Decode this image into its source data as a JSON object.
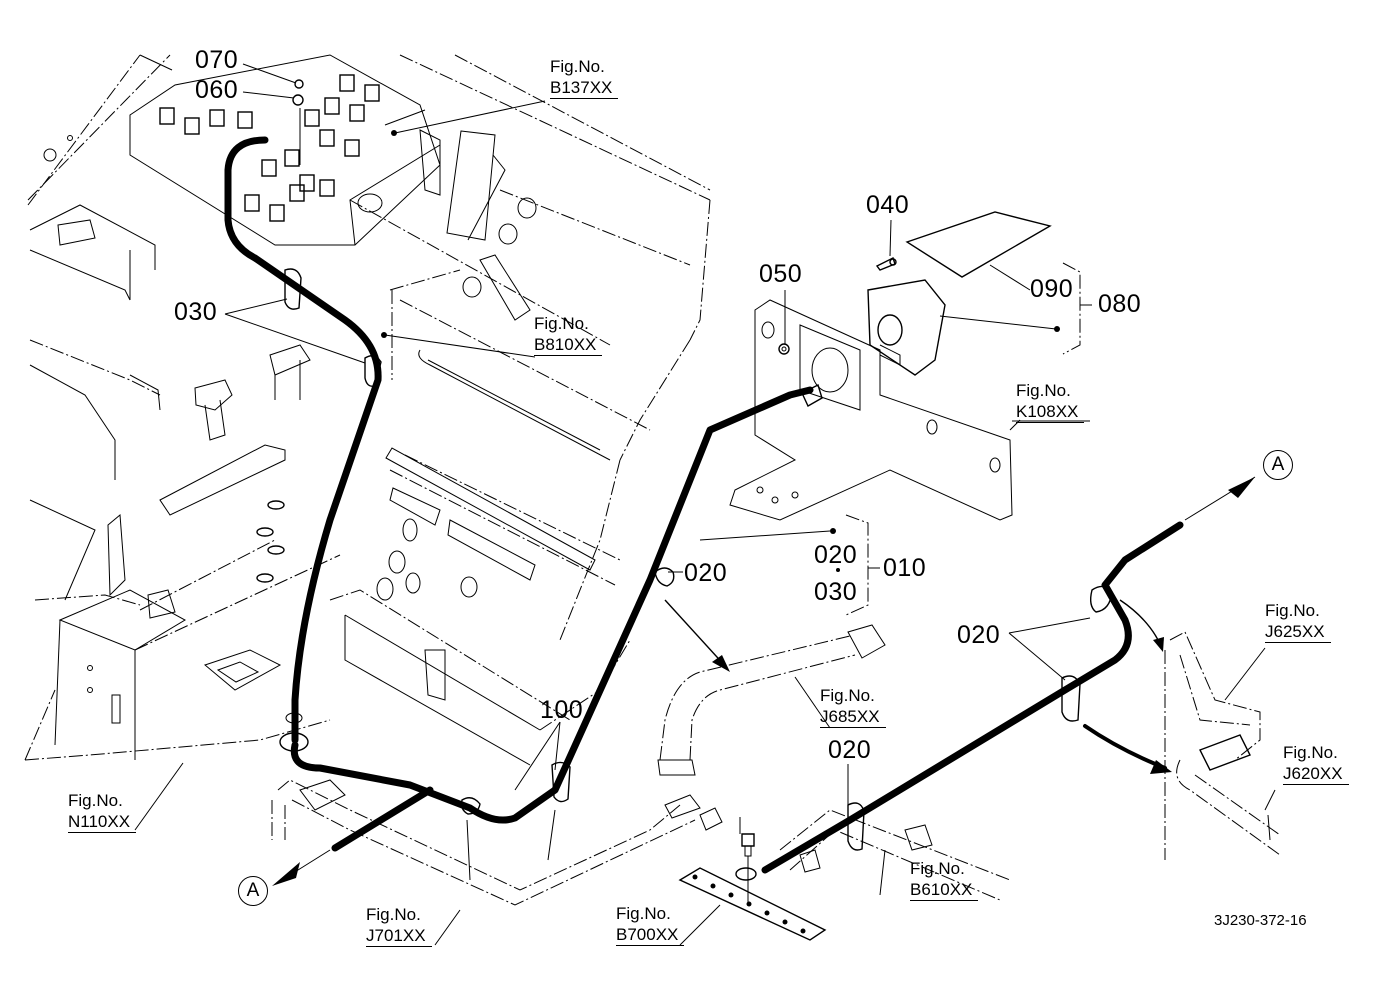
{
  "diagram": {
    "type": "exploded-parts-diagram",
    "drawing_code": "3J230-372-16",
    "connector_marker": "A",
    "part_callouts": [
      {
        "id": "070",
        "label": "070"
      },
      {
        "id": "060",
        "label": "060"
      },
      {
        "id": "030a",
        "label": "030"
      },
      {
        "id": "050",
        "label": "050"
      },
      {
        "id": "040",
        "label": "040"
      },
      {
        "id": "090",
        "label": "090"
      },
      {
        "id": "080",
        "label": "080"
      },
      {
        "id": "020a",
        "label": "020"
      },
      {
        "id": "010",
        "label": "010"
      },
      {
        "id": "020b",
        "label": "020"
      },
      {
        "id": "020c",
        "label": "020"
      },
      {
        "id": "020d",
        "label": "020"
      },
      {
        "id": "100",
        "label": "100"
      }
    ],
    "bracket_groups": [
      {
        "group": "080",
        "members": [
          "090",
          "dot"
        ]
      },
      {
        "group": "010",
        "members": [
          "020",
          "030"
        ]
      }
    ],
    "figure_references": [
      {
        "prefix": "Fig.No.",
        "ref": "B137XX"
      },
      {
        "prefix": "Fig.No.",
        "ref": "B810XX"
      },
      {
        "prefix": "Fig.No.",
        "ref": "K108XX"
      },
      {
        "prefix": "Fig.No.",
        "ref": "J625XX"
      },
      {
        "prefix": "Fig.No.",
        "ref": "J685XX"
      },
      {
        "prefix": "Fig.No.",
        "ref": "J620XX"
      },
      {
        "prefix": "Fig.No.",
        "ref": "N110XX"
      },
      {
        "prefix": "Fig.No.",
        "ref": "B610XX"
      },
      {
        "prefix": "Fig.No.",
        "ref": "J701XX"
      },
      {
        "prefix": "Fig.No.",
        "ref": "B700XX"
      }
    ]
  }
}
